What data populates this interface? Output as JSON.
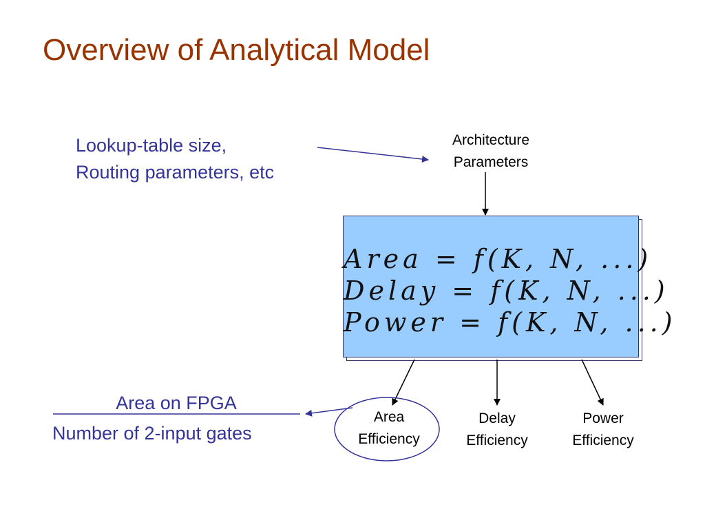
{
  "slide": {
    "title": "Overview of Analytical Model"
  },
  "inputs": {
    "note_line1": "Lookup-table size,",
    "note_line2": "Routing parameters, etc",
    "arch_line1": "Architecture",
    "arch_line2": "Parameters"
  },
  "model": {
    "formula_area": "Area = f(K, N, ...)",
    "formula_delay": "Delay = f(K, N, ...)",
    "formula_power": "Power = f(K, N, ...)"
  },
  "outputs": {
    "area_line1": "Area",
    "area_line2": "Efficiency",
    "delay_line1": "Delay",
    "delay_line2": "Efficiency",
    "power_line1": "Power",
    "power_line2": "Efficiency"
  },
  "area_note": {
    "numerator": "Area on FPGA",
    "denominator": "Number of 2-input gates"
  },
  "colors": {
    "title": "#993300",
    "note_text": "#333399",
    "box_fill": "#99ccff",
    "box_border": "#333366"
  }
}
